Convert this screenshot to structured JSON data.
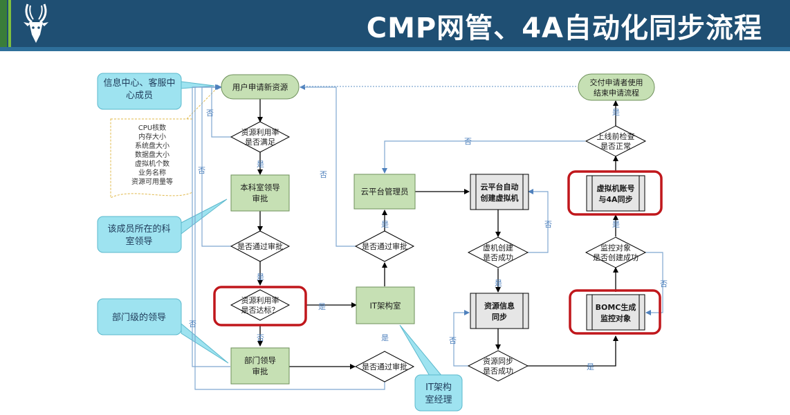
{
  "header": {
    "title": "CMP网管、4A自动化同步流程"
  },
  "callouts": {
    "info_center": "信息中心、客服中心成员",
    "member_line1": "该成员所在的科",
    "member_line2": "室领导",
    "dept_leader": "部门级的领导",
    "it_mgr_line1": "IT架构",
    "it_mgr_line2": "室经理"
  },
  "note": {
    "lines": [
      "CPU核数",
      "内存大小",
      "系统盘大小",
      "数据盘大小",
      "虚拟机个数",
      "业务名称",
      "资源可用量等"
    ]
  },
  "nodes": {
    "start": "用户申请新资源",
    "check_util_1": "资源利用率",
    "check_util_2": "是否满足",
    "section_leader_1": "本科室领导",
    "section_leader_2": "审批",
    "pass_1": "是否通过审批",
    "reach_1": "资源利用率",
    "reach_2": "是否达标？",
    "dept_leader_1": "部门领导",
    "dept_leader_2": "审批",
    "pass_3": "是否通过审批",
    "it_arch": "IT架构室",
    "pass_2": "是否通过审批",
    "cloud_admin": "云平台管理员",
    "auto_create_1": "云平台自动",
    "auto_create_2": "创建虚拟机",
    "vm_ok_1": "虚机创建",
    "vm_ok_2": "是否成功",
    "res_sync_1": "资源信息",
    "res_sync_2": "同步",
    "sync_ok_1": "资源同步",
    "sync_ok_2": "是否成功",
    "bomc_1": "BOMC生成",
    "bomc_2": "监控对象",
    "monitor_ok_1": "监控对象",
    "monitor_ok_2": "是否创建成功",
    "acct_sync_1": "虚拟机账号",
    "acct_sync_2": "与4A同步",
    "precheck_1": "上线前检查",
    "precheck_2": "是否正常",
    "end_1": "交付申请者使用",
    "end_2": "结束申请流程"
  },
  "labels": {
    "yes": "是",
    "no": "否"
  }
}
